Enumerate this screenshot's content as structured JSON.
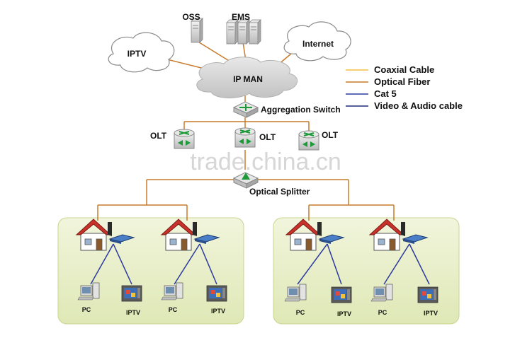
{
  "top": {
    "oss": "OSS",
    "ems": "EMS",
    "iptv_cloud": "IPTV",
    "internet": "Internet",
    "ip_man": "IP MAN"
  },
  "legend": [
    {
      "label": "Coaxial Cable",
      "color": "#f0c040"
    },
    {
      "label": "Optical Fiber",
      "color": "#c87a2a"
    },
    {
      "label": "Cat 5",
      "color": "#2c3aa0"
    },
    {
      "label": "Video & Audio cable",
      "color": "#1f2c78"
    }
  ],
  "network": {
    "aggregation_switch": "Aggregation Switch",
    "olt_labels": [
      "OLT",
      "OLT",
      "OLT"
    ],
    "optical_splitter": "Optical Splitter"
  },
  "clients": {
    "pc": "PC",
    "iptv": "IPTV"
  },
  "watermark": "trade.china.cn",
  "colors": {
    "fiber": "#c87a2a",
    "cat5": "#2c3aa0",
    "cloud": "#d9d9d9",
    "home_area": "#e4ecc2",
    "roof": "#c8322a"
  }
}
